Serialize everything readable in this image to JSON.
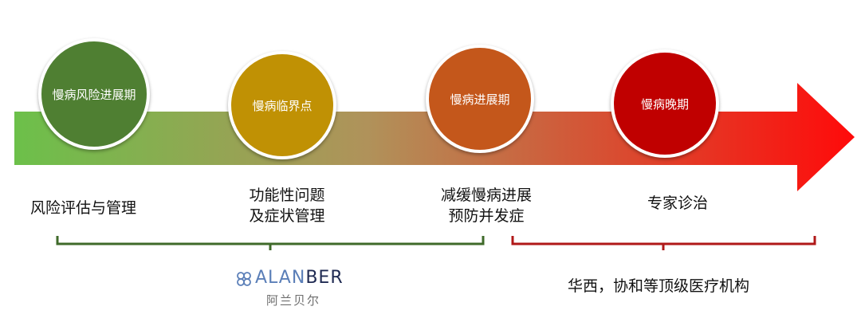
{
  "stages": [
    {
      "label": "慢病风险进展期",
      "color": "#4f7f32"
    },
    {
      "label": "慢病临界点",
      "color": "#c09104"
    },
    {
      "label": "慢病进展期",
      "color": "#c4571b"
    },
    {
      "label": "慢病晚期",
      "color": "#c00000"
    }
  ],
  "captions": [
    {
      "line1": "风险评估与管理",
      "line2": ""
    },
    {
      "line1": "功能性问题",
      "line2": "及症状管理"
    },
    {
      "line1": "减缓慢病进展",
      "line2": "预防并发症"
    },
    {
      "line1": "专家诊治",
      "line2": ""
    }
  ],
  "right_group_label": "华西，协和等顶级医疗机构",
  "logo": {
    "wordmark_a": "ALAN",
    "wordmark_b": "BER",
    "chinese": "阿兰贝尔"
  },
  "colors": {
    "arrow_start": "#6cc04a",
    "arrow_end": "#ff0a0a",
    "bracket_left": "#3f6a2a",
    "bracket_right": "#b01818"
  }
}
